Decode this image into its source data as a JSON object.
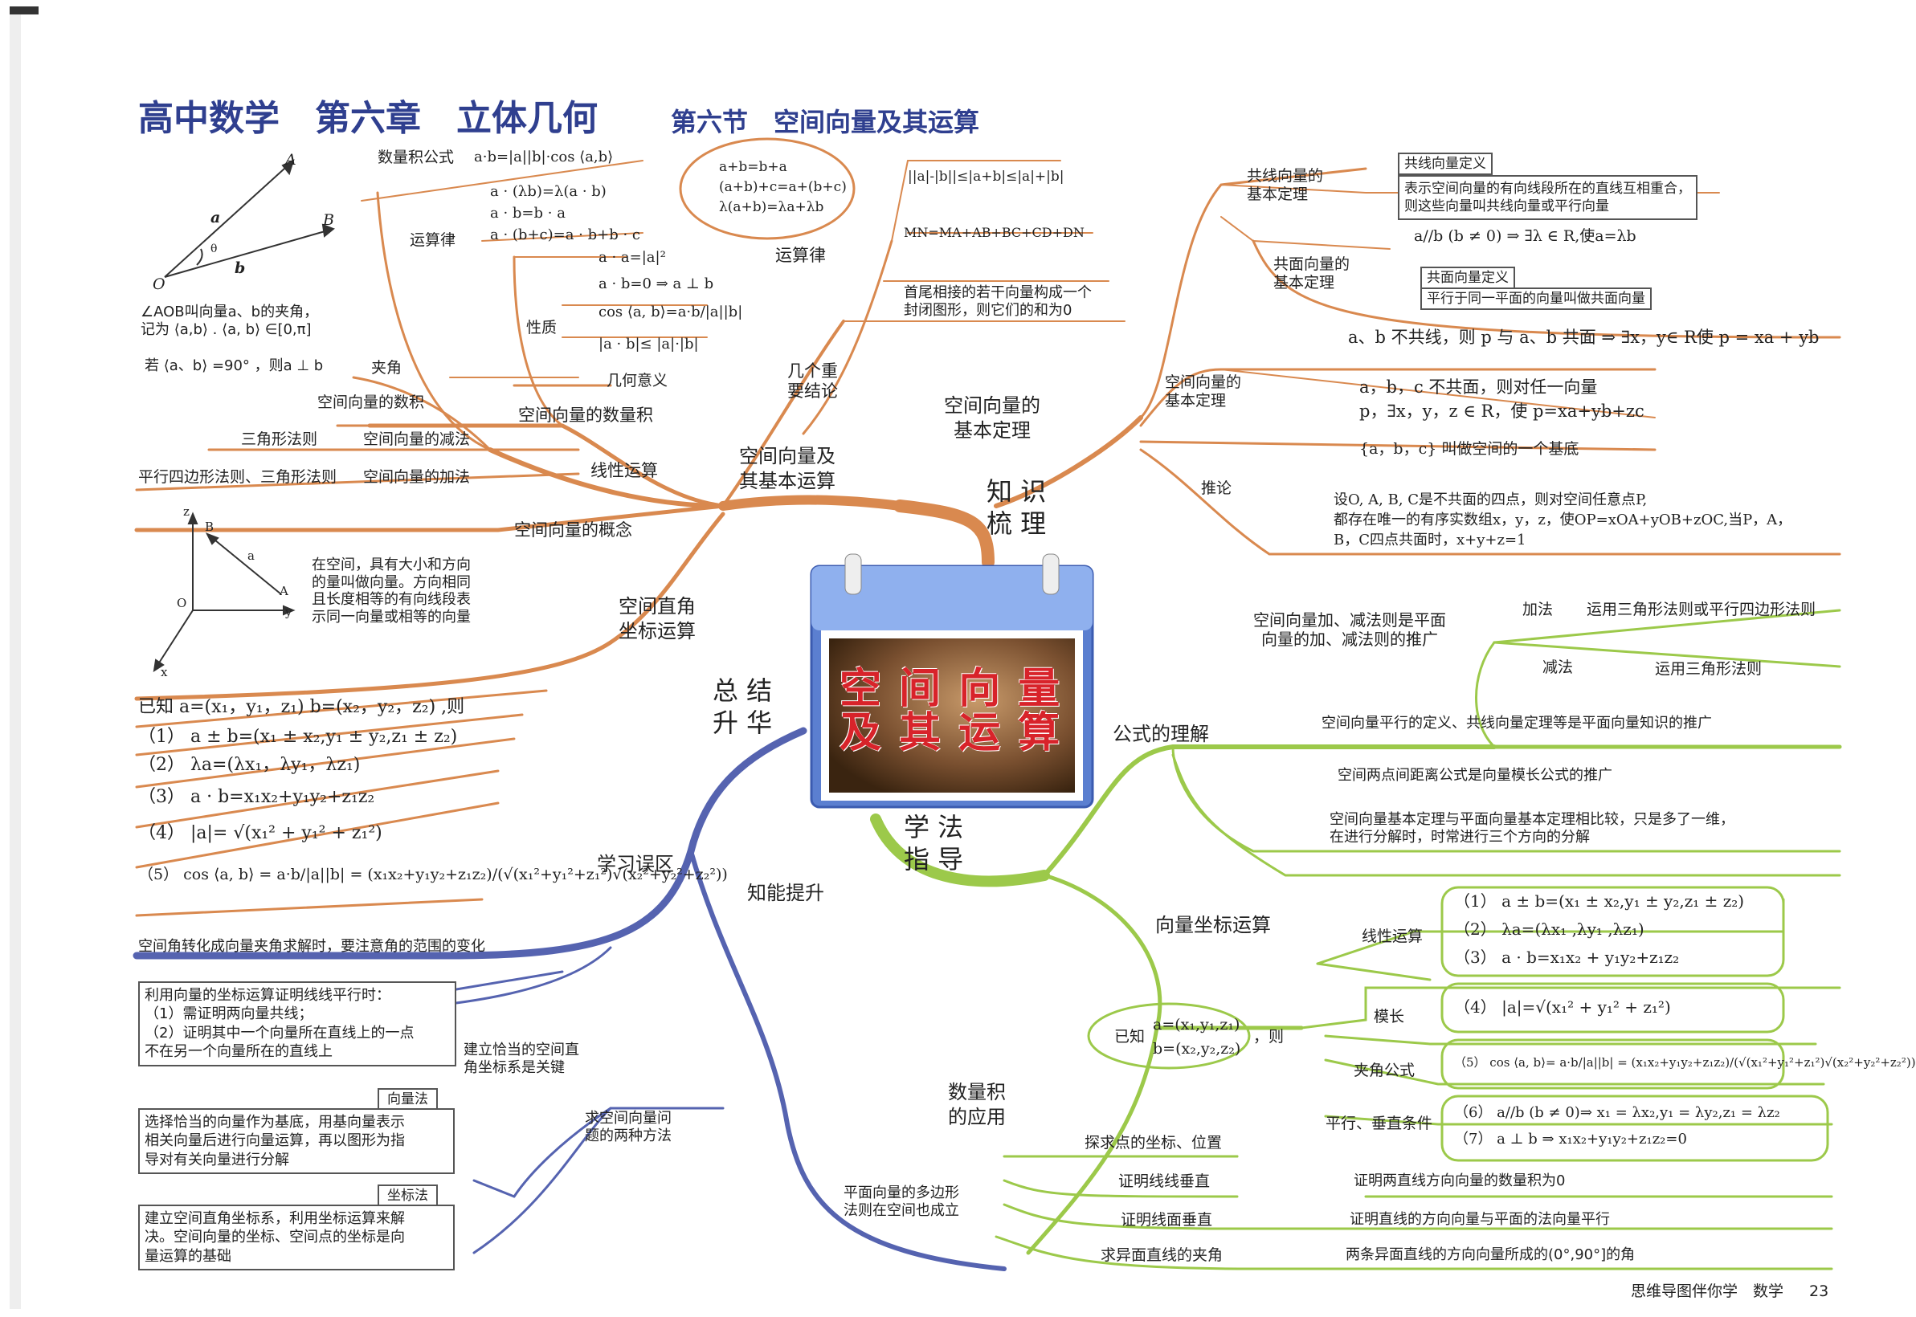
{
  "header": {
    "title_main": "高中数学　第六章　立体几何",
    "title_sub": "第六节　空间向量及其运算"
  },
  "center": {
    "title_line1": "空 间 向 量",
    "title_line2": "及 其 运 算"
  },
  "branches": {
    "knowledge": "知 识\n梳 理",
    "summary": "总 结\n升 华",
    "method": "学 法\n指 导"
  },
  "left_top": {
    "vec_ops_basics": "空间向量及\n其基本运算",
    "dot_formula_label": "数量积公式",
    "dot_formula": "a·b=|a||b|·cos ⟨a,b⟩",
    "op_law_label": "运算律",
    "op_law_1": "a · (λb)=λ(a · b)",
    "op_law_2": "a · b=b · a",
    "op_law_3": "a · (b+c)=a · b+b · c",
    "prop_label": "性质",
    "prop_1": "a · a=|a|²",
    "prop_2": "a · b=0 ⇒ a ⊥ b",
    "prop_3": "cos ⟨a, b⟩=a·b/|a||b|",
    "prop_4": "|a · b|≤ |a|·|b|",
    "angle_label": "夹角",
    "angle_desc": "∠AOB叫向量a、b的夹角，\n记为 ⟨a,b⟩ . ⟨a, b⟩ ∈[0,π]",
    "angle_perp": "若 ⟨a、b⟩ =90° ，则a ⊥ b",
    "geo_meaning": "几何意义",
    "dot_product": "空间向量的数积",
    "dot_product2": "空间向量的数量积",
    "sub_rule": "三角形法则",
    "sub": "空间向量的减法",
    "add_rule": "平行四边形法则、三角形法则",
    "add": "空间向量的加法",
    "linear": "线性运算",
    "concept": "空间向量的概念",
    "concept_desc": "在空间，具有大小和方向\n的量叫做向量。方向相同\n且长度相等的有向线段表\n示同一向量或相等的向量",
    "op_law2_label": "运算律",
    "op_law2_1": "a+b=b+a",
    "op_law2_2": "(a+b)+c=a+(b+c)",
    "op_law2_3": "λ(a+b)=λa+λb",
    "ineq": "||a|-|b||≤|a+b|≤|a|+|b|",
    "chain": "MN=MA+AB+BC+CD+DN",
    "closed": "首尾相接的若干向量构成一个\n封闭图形，则它们的和为0",
    "key_conc": "几个重\n要结论"
  },
  "coord": {
    "label": "空间直角\n坐标运算",
    "given": "已知 a=(x₁，y₁，z₁) b=(x₂，y₂，z₂) ,则",
    "r1": "（1）  a ± b=(x₁ ± x₂,y₁ ± y₂,z₁ ± z₂)",
    "r2": "（2）  λa=(λx₁，λy₁，λz₁)",
    "r3": "（3）  a · b=x₁x₂+y₁y₂+z₁z₂",
    "r4": "（4）  |a|= √(x₁² + y₁² + z₁²)",
    "r5": "（5）  cos ⟨a, b⟩ = a·b/|a||b| = (x₁x₂+y₁y₂+z₁z₂)/(√(x₁²+y₁²+z₁²)√(x₂²+y₂²+z₂²))"
  },
  "right_top": {
    "basic_thm": "空间向量的\n基本定理",
    "collinear_label": "共线向量的\n基本定理",
    "collinear_def_title": "共线向量定义",
    "collinear_def": "表示空间向量的有向线段所在的直线互相重合，\n则这些向量叫共线向量或平行向量",
    "collinear_cond": "a//b (b ≠ 0) ⇒ ∃λ ∈ R,使a=λb",
    "coplanar_label": "共面向量的\n基本定理",
    "coplanar_def_title": "共面向量定义",
    "coplanar_def": "平行于同一平面的向量叫做共面向量",
    "coplanar_cond": "a、b 不共线，则 p 与 a、b 共面 ⇒ ∃x，y∈ R使 p = xa + yb",
    "space_label": "空间向量的\n基本定理",
    "space_cond_1": "a，b，c 不共面，则对任一向量",
    "space_cond_2": "p，∃x，y，z ∈ R，使 p=xa+yb+zc",
    "basis": "{a，b，c} 叫做空间的一个基底",
    "corollary": "推论",
    "corollary_desc": "设O, A, B, C是不共面的四点，则对空间任意点P,\n都存在唯一的有序实数组x，y，z，使OP=xOA+yOB+zOC,当P，A，\nB，C四点共面时，x+y+z=1"
  },
  "method": {
    "formula_understand": "公式的理解",
    "generalize": "空间向量加、减法则是平面\n向量的加、减法则的推广",
    "add": "加法",
    "add_rule": "运用三角形法则或平行四边形法则",
    "sub": "减法",
    "sub_rule": "运用三角形法则",
    "parallel_def": "空间向量平行的定义、共线向量定理等是平面向量知识的推广",
    "dist": "空间两点间距离公式是向量模长公式的推广",
    "compare": "空间向量基本定理与平面向量基本定理相比较，只是多了一维，\n在进行分解时，时常进行三个方向的分解",
    "coord_op": "向量坐标运算",
    "given": "已知",
    "given_a": "a=(x₁,y₁,z₁)",
    "given_b": "b=(x₂,y₂,z₂)",
    "then": "，则",
    "linear": "线性运算",
    "m1": "（1）    a ± b=(x₁ ± x₂,y₁ ± y₂,z₁ ± z₂)",
    "m2": "（2）    λa=(λx₁ ,λy₁ ,λz₁)",
    "m3": "（3）    a · b=x₁x₂ + y₁y₂+z₁z₂",
    "norm": "模长",
    "m4": "（4）  |a|=√(x₁² + y₁² + z₁²)",
    "angle": "夹角公式",
    "m5": "（5）  cos ⟨a, b⟩= a·b/|a||b| = (x₁x₂+y₁y₂+z₁z₂)/(√(x₁²+y₁²+z₁²)√(x₂²+y₂²+z₂²))",
    "par_perp": "平行、垂直条件",
    "m6": "（6）    a//b (b ≠ 0)⇒ x₁ = λx₂,y₁ = λy₂,z₁ = λz₂",
    "m7": "（7）    a ⊥ b ⇒ x₁x₂+y₁y₂+z₁z₂=0",
    "app": "数量积\n的应用",
    "explore": "探求点的坐标、位置",
    "line_perp": "证明线线垂直",
    "line_perp_desc": "证明两直线方向向量的数量积为0",
    "plane_perp": "证明线面垂直",
    "plane_perp_desc": "证明直线的方向向量与平面的法向量平行",
    "skew": "求异面直线的夹角",
    "skew_desc": "两条异面直线的方向向量所成的(0°,90°]的角"
  },
  "summary": {
    "mistakes": "学习误区",
    "ability": "知能提升",
    "mistake_1": "空间角转化成向量夹角求解时，要注意角的范围的变化",
    "box1": "利用向量的坐标运算证明线线平行时：\n（1）需证明两向量共线；\n（2）证明其中一个向量所在直线上的一点\n不在另一个向量所在的直线上",
    "key_coord": "建立恰当的空间直\n角坐标系是关键",
    "vec_method_title": "向量法",
    "vec_method": "选择恰当的向量作为基底，用基向量表示\n相关向量后进行向量运算，再以图形为指\n导对有关向量进行分解",
    "coord_method_title": "坐标法",
    "coord_method": "建立空间直角坐标系，利用坐标运算来解\n决。空间向量的坐标、空间点的坐标是向\n量运算的基础",
    "two_methods": "求空间向量问\n题的两种方法",
    "polygon": "平面向量的多边形\n法则在空间也成立"
  },
  "figure": {
    "A": "A",
    "B": "B",
    "O": "O",
    "a": "a",
    "b": "b",
    "theta": "θ",
    "z": "z",
    "y": "y",
    "x": "x",
    "fa": "a",
    "fA": "A",
    "fB": "B",
    "fO": "O"
  },
  "footer": {
    "book": "思维导图伴你学　数学",
    "page": "23"
  },
  "colors": {
    "orange": "#d9894f",
    "green": "#9cc94a",
    "blue": "#5563b0",
    "title_blue": "#2f3f8f",
    "red": "#d8232a"
  }
}
